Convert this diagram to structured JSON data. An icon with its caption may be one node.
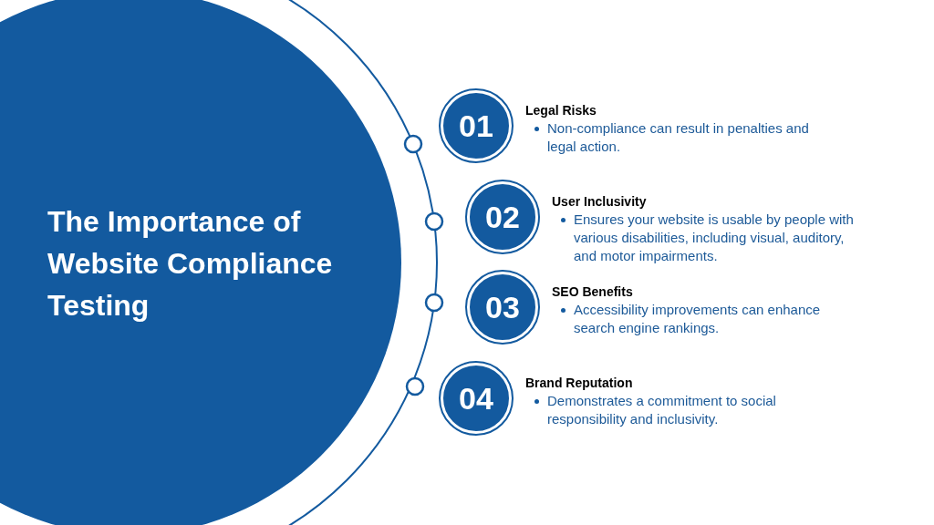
{
  "diagram": {
    "title": "The Importance of Website Compliance Testing",
    "nodes": [
      {
        "text": [
          "01"
        ],
        "beside": [
          "Legal Risks",
          "Non-compliance can result in penalties and legal action."
        ]
      },
      {
        "text": [
          "02"
        ],
        "beside": [
          "User Inclusivity",
          "Ensures your website is usable by people with various disabilities, including visual, auditory, and motor impairments."
        ]
      },
      {
        "text": [
          "03"
        ],
        "beside": [
          "SEO Benefits",
          "Accessibility improvements can enhance search engine rankings."
        ]
      },
      {
        "text": [
          "04"
        ],
        "beside": [
          "Brand Reputation",
          "Demonstrates a commitment to social responsibility and inclusivity."
        ]
      }
    ]
  }
}
